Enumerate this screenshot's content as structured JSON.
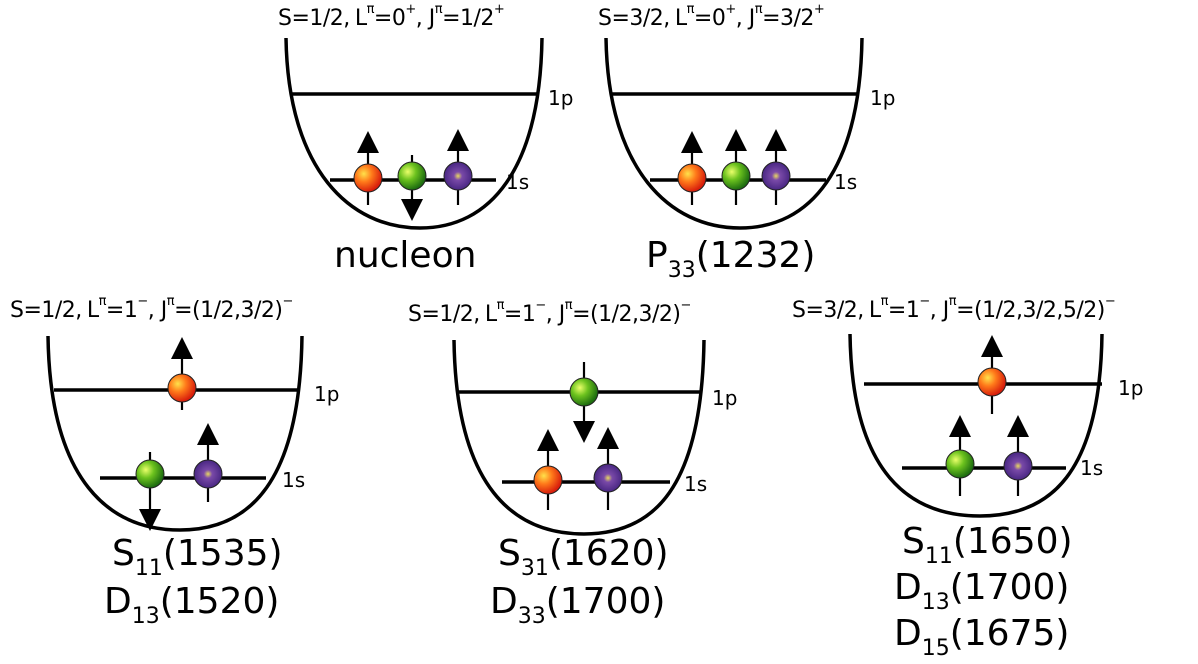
{
  "panels": [
    {
      "id": "nucleon",
      "quantum_numbers": {
        "S": "S=1/2,",
        "L_base": "L",
        "L_sup": "π",
        "L_eq": "=0",
        "L_par": "+",
        "J_base": ", J",
        "J_sup": "π",
        "J_eq": "=1/2",
        "J_par": "+"
      },
      "levels": {
        "upper": "1p",
        "lower": "1s"
      },
      "states": [
        {
          "letter": "nucleon",
          "sub": "",
          "mass": ""
        }
      ]
    },
    {
      "id": "p33",
      "quantum_numbers": {
        "S": "S=3/2,",
        "L_base": "L",
        "L_sup": "π",
        "L_eq": "=0",
        "L_par": "+",
        "J_base": ", J",
        "J_sup": "π",
        "J_eq": "=3/2",
        "J_par": "+"
      },
      "levels": {
        "upper": "1p",
        "lower": "1s"
      },
      "states": [
        {
          "letter": "P",
          "sub": "33",
          "mass": "(1232)"
        }
      ]
    },
    {
      "id": "s11",
      "quantum_numbers": {
        "S": "S=1/2,",
        "L_base": "L",
        "L_sup": "π",
        "L_eq": "=1",
        "L_par": "−",
        "J_base": ", J",
        "J_sup": "π",
        "J_eq": "=(1/2,3/2)",
        "J_par": "−"
      },
      "levels": {
        "upper": "1p",
        "lower": "1s"
      },
      "states": [
        {
          "letter": "S",
          "sub": "11",
          "mass": "(1535)"
        },
        {
          "letter": "D",
          "sub": "13",
          "mass": "(1520)"
        }
      ]
    },
    {
      "id": "s31",
      "quantum_numbers": {
        "S": "S=1/2,",
        "L_base": "L",
        "L_sup": "π",
        "L_eq": "=1",
        "L_par": "−",
        "J_base": ", J",
        "J_sup": "π",
        "J_eq": "=(1/2,3/2)",
        "J_par": "−"
      },
      "levels": {
        "upper": "1p",
        "lower": "1s"
      },
      "states": [
        {
          "letter": "S",
          "sub": "31",
          "mass": "(1620)"
        },
        {
          "letter": "D",
          "sub": "33",
          "mass": "(1700)"
        }
      ]
    },
    {
      "id": "s11b",
      "quantum_numbers": {
        "S": "S=3/2,",
        "L_base": "L",
        "L_sup": "π",
        "L_eq": "=1",
        "L_par": "−",
        "J_base": ", J",
        "J_sup": "π",
        "J_eq": "=(1/2,3/2,5/2)",
        "J_par": "−"
      },
      "levels": {
        "upper": "1p",
        "lower": "1s"
      },
      "states": [
        {
          "letter": "S",
          "sub": "11",
          "mass": "(1650)"
        },
        {
          "letter": "D",
          "sub": "13",
          "mass": "(1700)"
        },
        {
          "letter": "D",
          "sub": "15",
          "mass": "(1675)"
        }
      ]
    }
  ],
  "colors": {
    "red_quark": "#e8391c",
    "green_quark": "#3a9a1e",
    "blue_quark": "#4a2a8a",
    "line": "#000000"
  }
}
